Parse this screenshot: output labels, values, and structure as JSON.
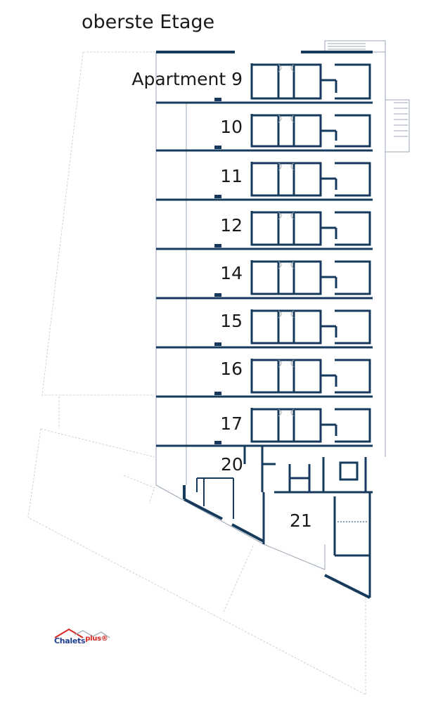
{
  "title": "oberste Etage",
  "units": [
    {
      "label": "Apartment 9"
    },
    {
      "label": "10"
    },
    {
      "label": "11"
    },
    {
      "label": "12"
    },
    {
      "label": "14"
    },
    {
      "label": "15"
    },
    {
      "label": "16"
    },
    {
      "label": "17"
    },
    {
      "label": "20"
    },
    {
      "label": "21"
    }
  ],
  "logo": {
    "brand": "Chalets",
    "suffix": "plus",
    "mark": "®"
  },
  "colors": {
    "wall": "#163a5c",
    "outline": "#c8c8c8",
    "logo_blue": "#1c3f8f",
    "logo_red": "#d7261e"
  }
}
